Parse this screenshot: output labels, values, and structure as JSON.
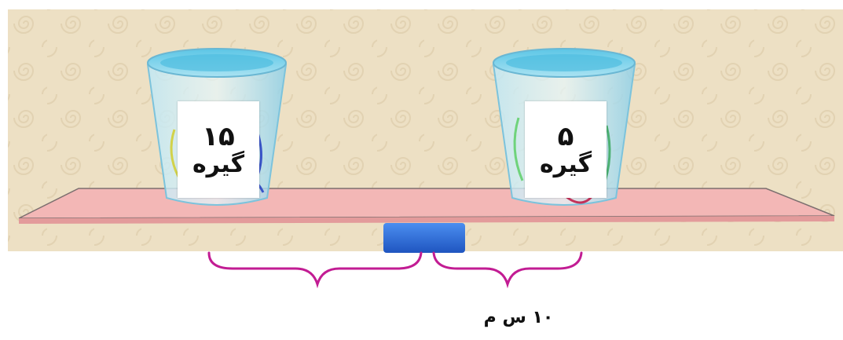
{
  "left_cup": {
    "count": "۱۵",
    "unit": "گیره"
  },
  "right_cup": {
    "count": "۵",
    "unit": "گیره"
  },
  "distance_label": "۱۰ س م",
  "colors": {
    "background": "#ede0c4",
    "plank": "#f3b7b6",
    "fulcrum": "#2f6fd6",
    "brace": "#c21c93",
    "cup_glass": "#9fd8ec"
  }
}
